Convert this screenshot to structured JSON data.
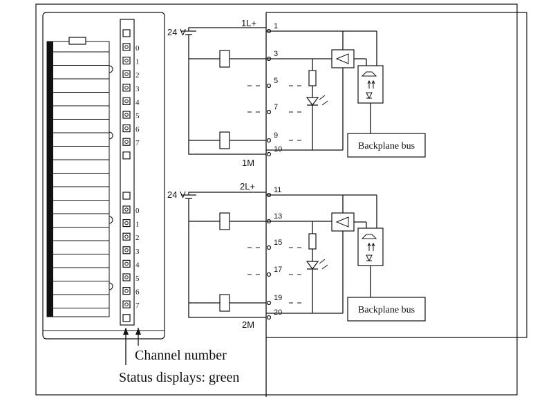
{
  "module": {
    "upper_channels": [
      "0",
      "1",
      "2",
      "3",
      "4",
      "5",
      "6",
      "7"
    ],
    "lower_channels": [
      "0",
      "1",
      "2",
      "3",
      "4",
      "5",
      "6",
      "7"
    ]
  },
  "captions": {
    "channel_number": "Channel number",
    "status_displays": "Status displays: green"
  },
  "group1": {
    "supply_voltage": "24 V",
    "supply_label": "1L+",
    "ground_label": "1M",
    "terminals": [
      "1",
      "3",
      "5",
      "7",
      "9",
      "10"
    ],
    "bus_label": "Backplane bus"
  },
  "group2": {
    "supply_voltage": "24 V",
    "supply_label": "2L+",
    "ground_label": "2M",
    "terminals": [
      "11",
      "13",
      "15",
      "17",
      "19",
      "20"
    ],
    "bus_label": "Backplane bus"
  },
  "colors": {
    "line": "#111111",
    "status_led": "green"
  }
}
